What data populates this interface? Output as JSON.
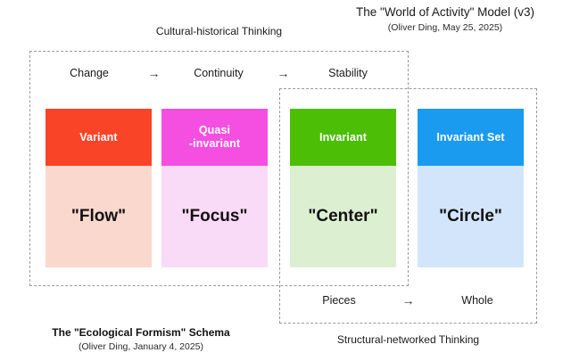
{
  "title": {
    "main": "The \"World of Activity\" Model (v3)",
    "sub": "(Oliver Ding, May 25, 2025)"
  },
  "schema_label": {
    "main": "The \"Ecological Formism\" Schema",
    "sub": "(Oliver Ding, January 4, 2025)"
  },
  "captions": {
    "top_left": "Cultural-historical Thinking",
    "bottom_right": "Structural-networked Thinking"
  },
  "rows": {
    "top": {
      "labels": [
        "Change",
        "Continuity",
        "Stability"
      ],
      "arrow": "→"
    },
    "bottom": {
      "labels": [
        "Pieces",
        "Whole"
      ],
      "arrow": "→"
    }
  },
  "frames": [
    {
      "name": "cultural-historical-frame",
      "label": "Cultural-historical Thinking"
    },
    {
      "name": "structural-networked-frame",
      "label": "Structural-networked Thinking"
    }
  ],
  "cards": [
    {
      "key": "flow",
      "head": "Variant",
      "body": "\"Flow\"",
      "head_color": "#FA4428",
      "body_color": "#FBD8CD"
    },
    {
      "key": "focus",
      "head": "Quasi\n-invariant",
      "body": "\"Focus\"",
      "head_color": "#F44FE0",
      "body_color": "#F9DAF7"
    },
    {
      "key": "center",
      "head": "Invariant",
      "body": "\"Center\"",
      "head_color": "#4CBE06",
      "body_color": "#DCEFD0"
    },
    {
      "key": "circle",
      "head": "Invariant Set",
      "body": "\"Circle\"",
      "head_color": "#1A9BF0",
      "body_color": "#D3E5FB"
    }
  ],
  "colors": {
    "dashed_border": "#9a9a9a",
    "background": "#ffffff",
    "text": "#1a1a1a"
  }
}
